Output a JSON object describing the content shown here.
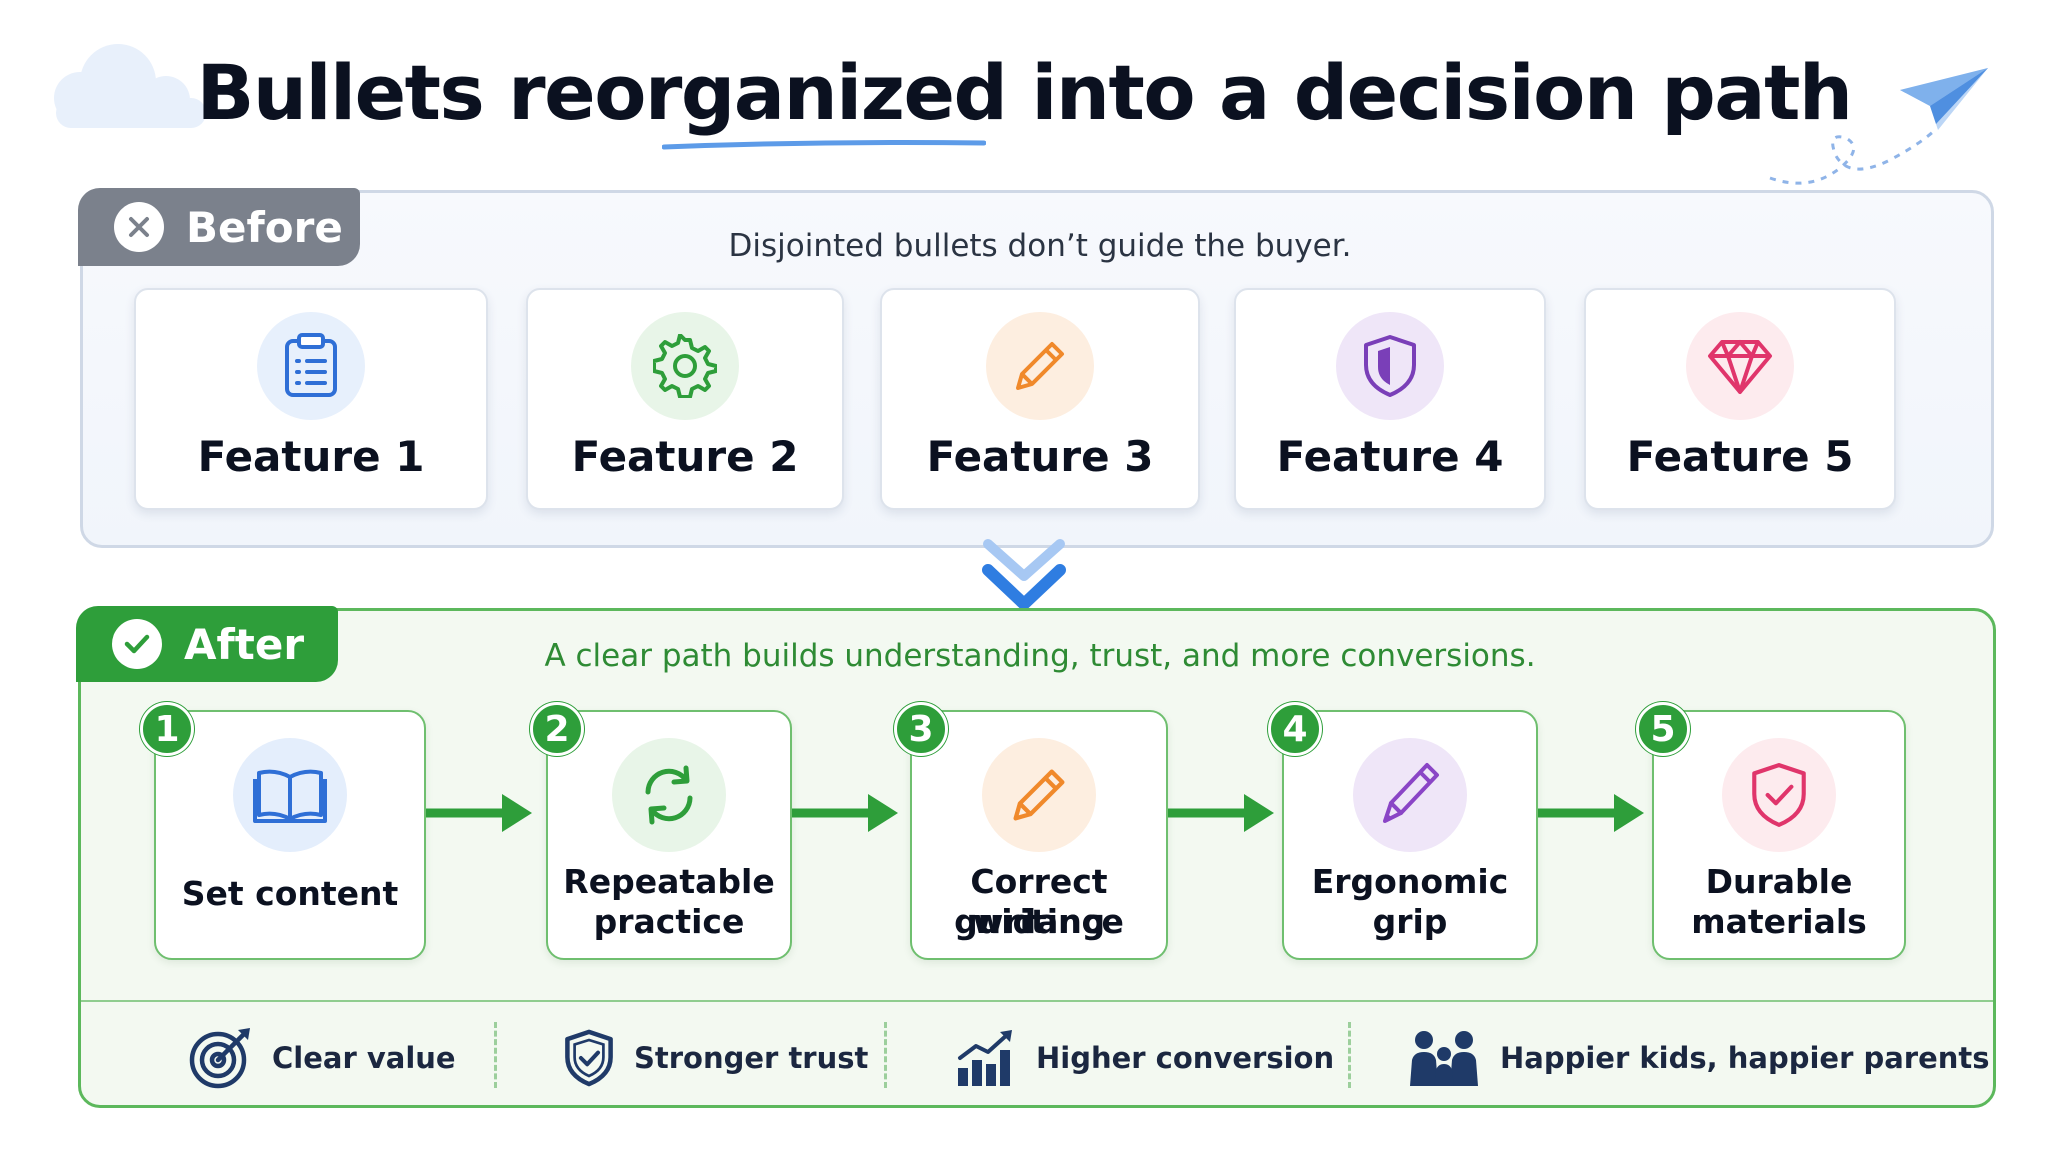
{
  "title": "Bullets reorganized into a decision path",
  "before": {
    "tag": "Before",
    "subtitle": "Disjointed bullets don’t guide the buyer.",
    "features": [
      {
        "label": "Feature 1",
        "icon": "clipboard-icon",
        "color": "#2f6fd6"
      },
      {
        "label": "Feature 2",
        "icon": "gear-icon",
        "color": "#2e9e3a"
      },
      {
        "label": "Feature 3",
        "icon": "pencil-icon",
        "color": "#f0892b"
      },
      {
        "label": "Feature 4",
        "icon": "shield-icon",
        "color": "#7a3fb8"
      },
      {
        "label": "Feature 5",
        "icon": "diamond-icon",
        "color": "#e0356b"
      }
    ]
  },
  "after": {
    "tag": "After",
    "subtitle": "A clear path builds understanding, trust, and more conversions.",
    "steps": [
      {
        "number": "1",
        "line1": "Set content",
        "line2": "",
        "icon": "book-icon"
      },
      {
        "number": "2",
        "line1": "Repeatable",
        "line2": "practice",
        "icon": "refresh-icon"
      },
      {
        "number": "3",
        "line1": "Correct writing",
        "line2": "guidance",
        "icon": "pencil-icon"
      },
      {
        "number": "4",
        "line1": "Ergonomic",
        "line2": "grip",
        "icon": "pen-icon"
      },
      {
        "number": "5",
        "line1": "Durable",
        "line2": "materials",
        "icon": "shield-check-icon"
      }
    ],
    "benefits": [
      {
        "label": "Clear value",
        "icon": "target-icon"
      },
      {
        "label": "Stronger trust",
        "icon": "shield-check-icon"
      },
      {
        "label": "Higher conversion",
        "icon": "bar-chart-icon"
      },
      {
        "label": "Happier kids, happier parents",
        "icon": "family-icon"
      }
    ]
  },
  "colors": {
    "before_gray": "#7b818c",
    "after_green": "#2e9e3a",
    "accent_blue": "#2f7de1"
  }
}
